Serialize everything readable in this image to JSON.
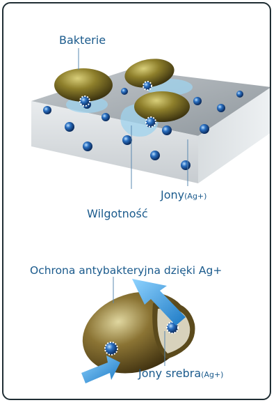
{
  "top_diagram": {
    "label_bacteria": "Bakterie",
    "label_ions": "Jony",
    "label_ions_sub": "(Ag+)",
    "label_moisture": "Wilgotność"
  },
  "bottom_diagram": {
    "label_protection": "Ochrona antybakteryjna dzięki Ag+",
    "label_silver_ions": "Jony srebra",
    "label_silver_ions_sub": "(Ag+)"
  },
  "colors": {
    "label_text": "#1a5a8c",
    "bacteria": "#8a7a2a",
    "ion": "#1f5fa8",
    "arrow": "#2c8fd0",
    "surface": "#a9b0b5",
    "border": "#1f2d33"
  }
}
